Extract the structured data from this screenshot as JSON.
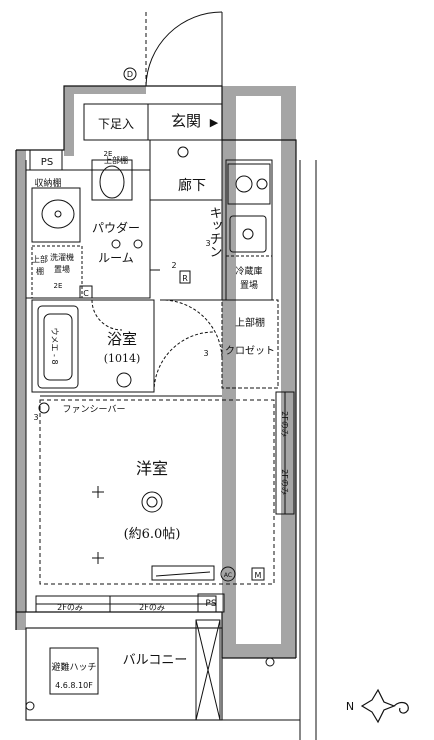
{
  "labels": {
    "genkan": "玄関",
    "genkan_arrow": "▶",
    "getabako": "下足入",
    "rouka": "廊下",
    "kitchen": "キッチン",
    "powder_room_1": "パウダー",
    "powder_room_2": "ルーム",
    "bath": "浴室",
    "bath_size": "(1014)",
    "western_room": "洋室",
    "western_room_size": "(約6.0帖)",
    "balcony": "バルコニー",
    "closet": "クロゼット",
    "upper_shelf": "上部棚",
    "upper_shelf_small": "上部棚",
    "fridge_1": "冷蔵庫",
    "fridge_2": "置場",
    "washer_1": "洗濯機",
    "washer_2": "置場",
    "washer_shelf_1": "上部",
    "washer_shelf_2": "棚",
    "washbasin": "収納棚",
    "ps_top": "PS",
    "ps_bottom": "PS",
    "fan_sheet_bar": "ファンシーバー",
    "bath_cabinet": "ウメエ - 8",
    "two_f_only_1": "2Fのみ",
    "two_f_only_2": "2Fのみ",
    "two_f_only_3": "2Fのみ",
    "two_f_only_4": "2Fのみ",
    "two_e_1": "2E",
    "two_e_2": "2E",
    "escape_hatch_1": "避難ハッチ",
    "escape_hatch_2": "4.6.8.10F",
    "marker_d": "D",
    "marker_r": "R",
    "marker_c": "C",
    "marker_m": "M",
    "marker_ac": "AC",
    "marker_2": "2",
    "marker_3a": "3",
    "marker_3b": "3",
    "marker_3c": "3",
    "north_n": "N"
  },
  "colors": {
    "wall": "#a5a5a5",
    "line": "#111111",
    "background": "#ffffff"
  }
}
